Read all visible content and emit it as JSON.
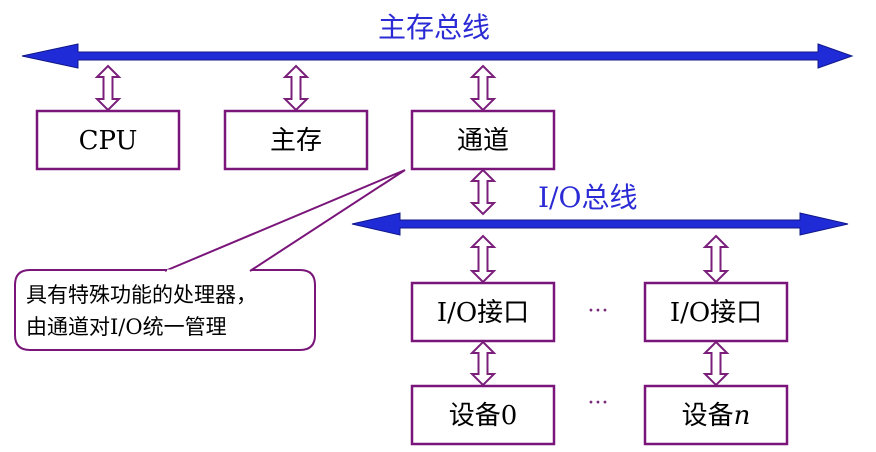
{
  "colors": {
    "bus_blue": "#1f2bd6",
    "box_purple": "#7a157a",
    "arrow_purple": "#7a1f7a",
    "callout_border": "#7a157a",
    "bus_label_blue": "#2b2bd6"
  },
  "labels": {
    "main_bus": "主存总线",
    "io_bus": "I/O总线",
    "cpu": "CPU",
    "memory": "主存",
    "channel": "通道",
    "io_interface": "I/O接口",
    "device_0": "设备0",
    "device_n_prefix": "设备",
    "device_n_var": "n",
    "ellipsis": "···",
    "callout_line1": "具有特殊功能的处理器，",
    "callout_line2": "由通道对I/O统一管理"
  }
}
